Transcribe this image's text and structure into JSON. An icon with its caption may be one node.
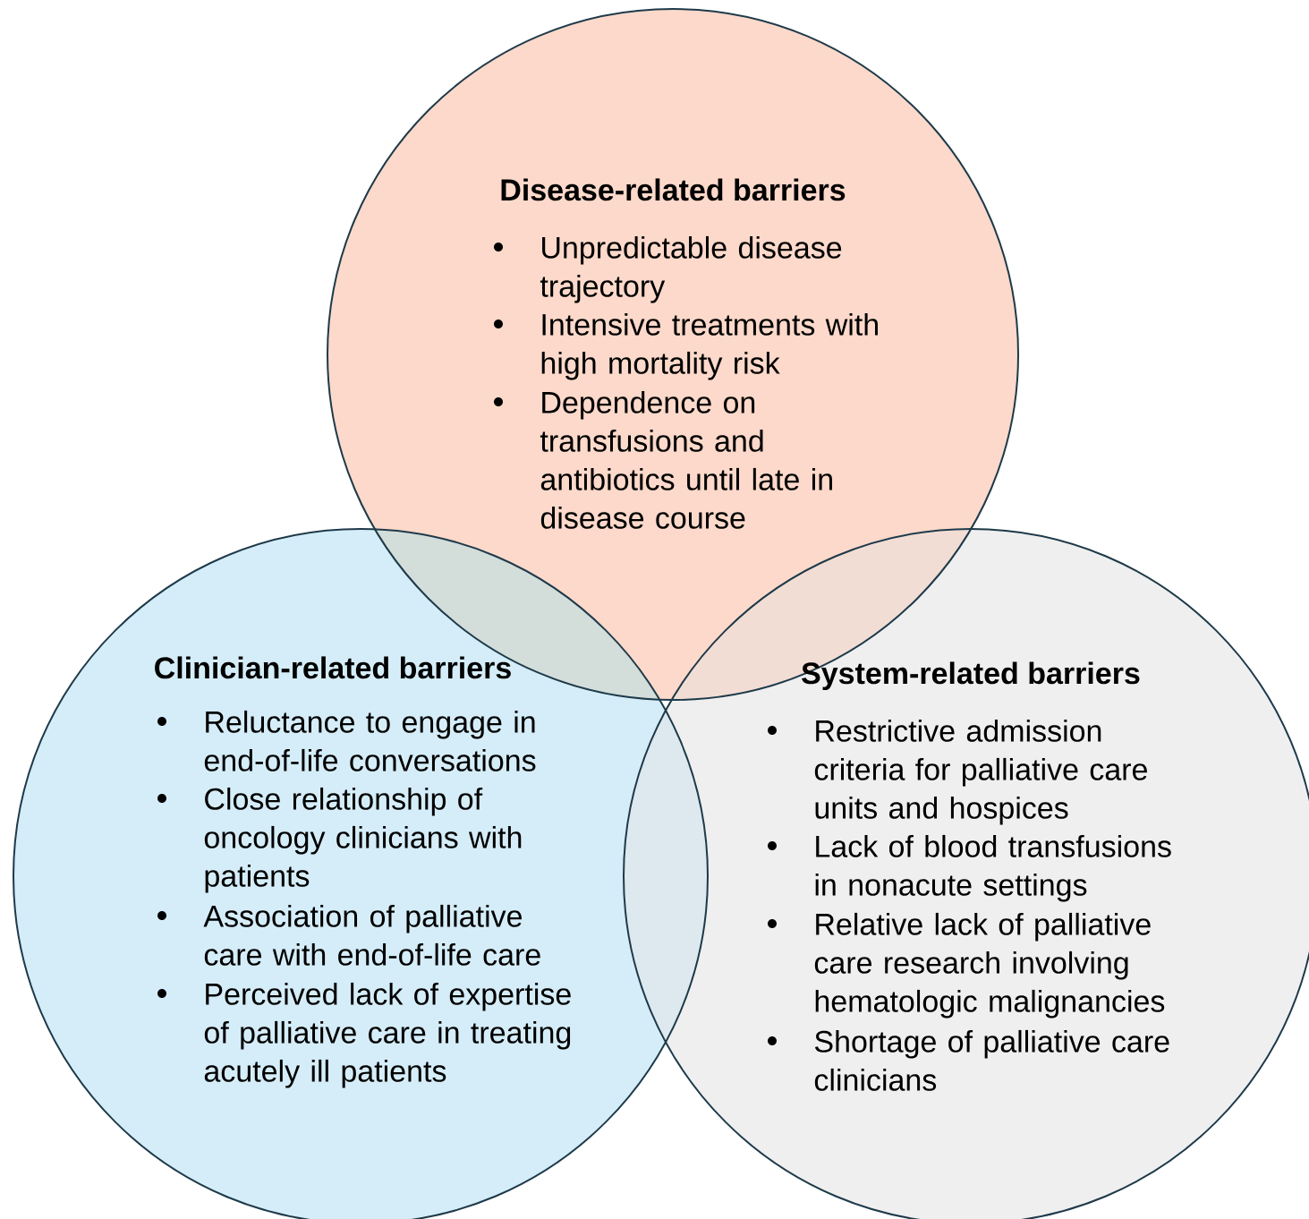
{
  "diagram": {
    "nodes": [
      {
        "text": [
          "Disease-related barriers",
          "Unpredictable disease trajectory",
          "Intensive treatments with high mortality risk",
          "Dependence on transfusions and antibiotics until late in disease course"
        ]
      },
      {
        "text": [
          "Clinician-related barriers",
          "Reluctance to engage in end-of-life conversations",
          "Close relationship of oncology clinicians with patients",
          "Association of palliative care with end-of-life care",
          "Perceived lack of expertise of palliative care in treating acutely ill patients"
        ]
      },
      {
        "text": [
          "System-related barriers",
          "Restrictive admission criteria for palliative care units and hospices",
          "Lack of blood transfusions in nonacute settings",
          "Relative lack of palliative care research involving hematologic malignancies",
          "Shortage of palliative care clinicians"
        ]
      }
    ]
  }
}
